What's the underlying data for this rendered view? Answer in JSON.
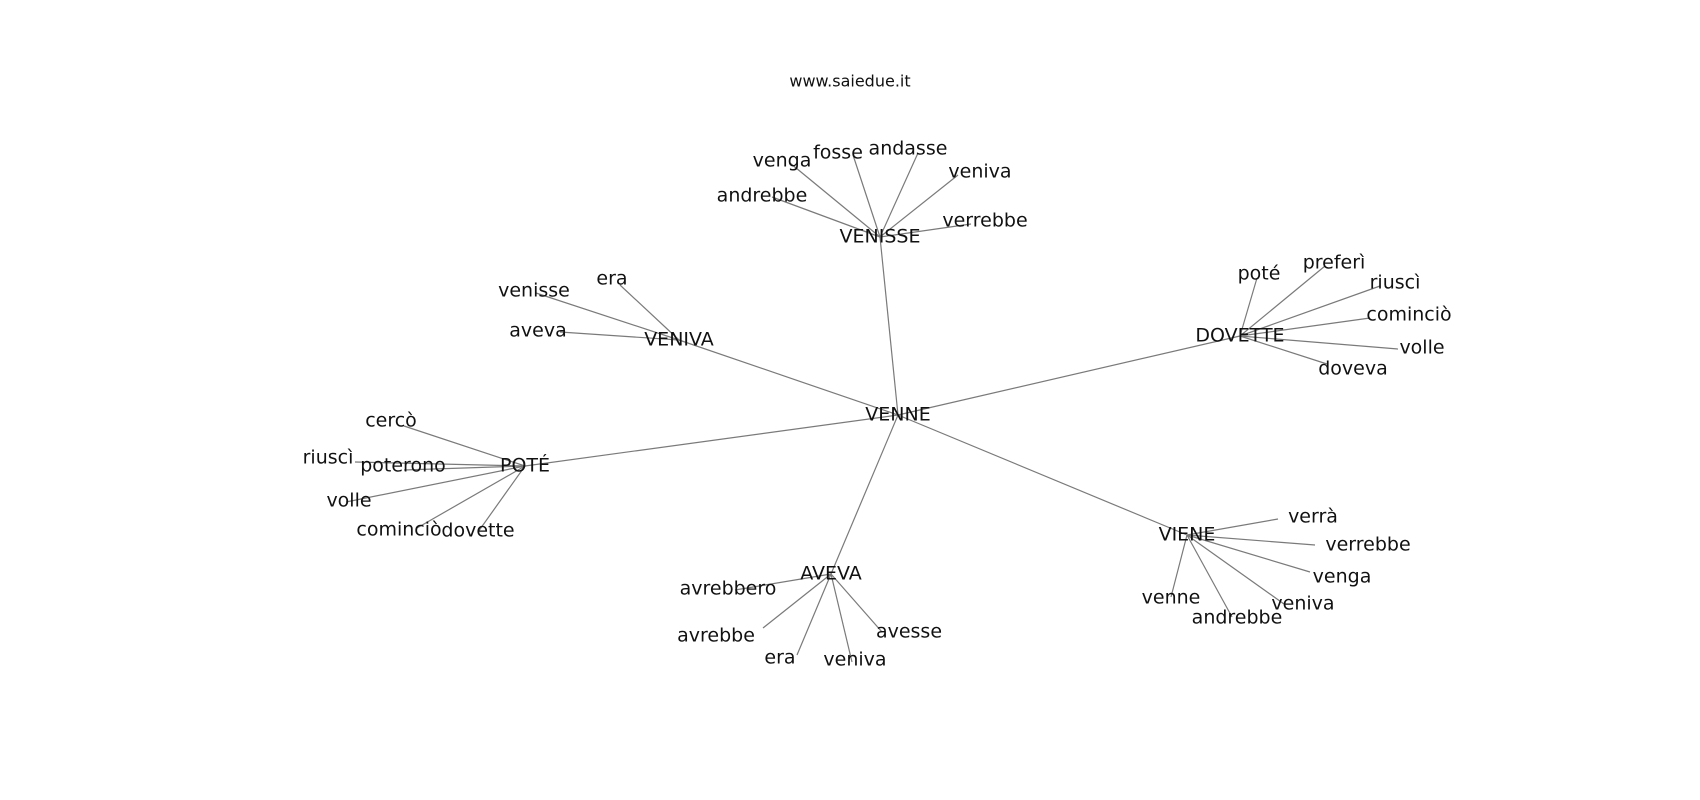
{
  "header": {
    "site": "www.saiedue.it"
  },
  "center": "VENNE",
  "groups": [
    {
      "hub": "VENISSE",
      "leaves": [
        "andrebbe",
        "venga",
        "fosse",
        "andasse",
        "veniva",
        "verrebbe"
      ]
    },
    {
      "hub": "VENIVA",
      "leaves": [
        "venisse",
        "era",
        "aveva"
      ]
    },
    {
      "hub": "DOVETTE",
      "leaves": [
        "poté",
        "preferì",
        "riuscì",
        "cominciò",
        "volle",
        "doveva"
      ]
    },
    {
      "hub": "POTÉ",
      "leaves": [
        "cercò",
        "riuscì",
        "poterono",
        "volle",
        "cominciò",
        "dovette"
      ]
    },
    {
      "hub": "AVEVA",
      "leaves": [
        "avrebbero",
        "avrebbe",
        "era",
        "veniva",
        "avesse"
      ]
    },
    {
      "hub": "VIENE",
      "leaves": [
        "verrà",
        "verrebbe",
        "venga",
        "veniva",
        "andrebbe",
        "venne"
      ]
    }
  ]
}
